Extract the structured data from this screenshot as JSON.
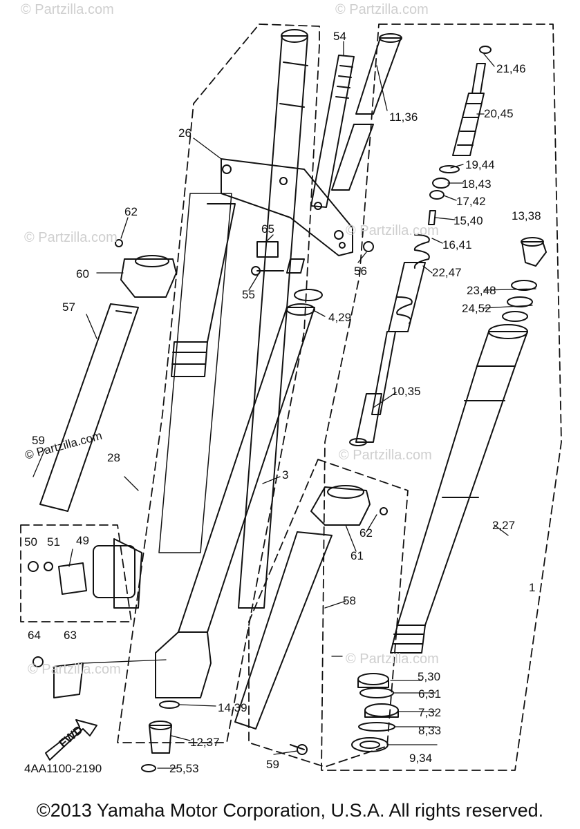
{
  "watermark": {
    "text": "© Partzilla.com",
    "bold_text": "© Partzilla.com"
  },
  "labels": {
    "p54": "54",
    "p11_36": "11,36",
    "p21_46": "21,46",
    "p20_45": "20,45",
    "p19_44": "19,44",
    "p18_43": "18,43",
    "p17_42": "17,42",
    "p15_40": "15,40",
    "p16_41": "16,41",
    "p13_38": "13,38",
    "p22_47": "22,47",
    "p23_48": "23,48",
    "p24_52": "24,52",
    "p26": "26",
    "p62a": "62",
    "p60": "60",
    "p65": "65",
    "p56": "56",
    "p55": "55",
    "p4_29": "4,29",
    "p57": "57",
    "p10_35": "10,35",
    "p59a": "59",
    "p28": "28",
    "p3": "3",
    "p62b": "62",
    "p2_27": "2,27",
    "p61": "61",
    "p50": "50",
    "p51": "51",
    "p49": "49",
    "p1": "1",
    "p58": "58",
    "p64": "64",
    "p63": "63",
    "p5_30": "5,30",
    "p6_31": "6,31",
    "p14_39": "14,39",
    "p7_32": "7,32",
    "p12_37": "12,37",
    "p8_33": "8,33",
    "p59b": "59",
    "p9_34": "9,34",
    "p25_53": "25,53"
  },
  "fwd_label": "FWD",
  "part_code": "4AA1100-2190",
  "copyright": "©2013  Yamaha Motor Corporation, U.S.A. All rights reserved."
}
